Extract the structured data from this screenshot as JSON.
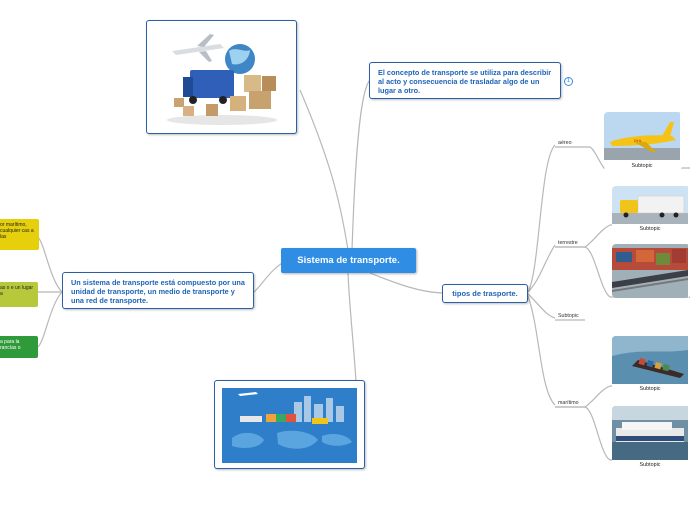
{
  "central": {
    "label": "Sistema de transporte."
  },
  "topic_concept": {
    "text": "El concepto de transporte se utiliza para describir al acto y consecuencia de trasladar algo de un lugar a otro.",
    "badge": "1"
  },
  "topic_types": {
    "label": "tipos de trasporte."
  },
  "topic_system": {
    "text": "Un sistema de transporte está compuesto por una unidad de transporte, un medio de transporte y una red de transporte."
  },
  "types": {
    "aereo": {
      "label": "aéreo",
      "caption": "Subtopic"
    },
    "terrestre": {
      "label": "terrestre",
      "captions": [
        "Subtopic"
      ]
    },
    "subtopic": {
      "label": "Subtopic"
    },
    "maritimo": {
      "label": "marítimo",
      "captions": [
        "Subtopic",
        "Subtopic"
      ]
    }
  },
  "left_boxes": {
    "yellow": "or marítimo, cualquier cas a las",
    "olive": "as o e un lugar a",
    "green": "a para la rancías o"
  },
  "colors": {
    "central_bg": "#2f8de4",
    "node_border": "#2a5fa8",
    "node_text": "#1d64b8",
    "branch_line": "#b8b8b8",
    "yellow": "#e6cf0b",
    "olive": "#b7c93b",
    "green": "#2f9a3a"
  },
  "icons": [
    "logistics-image",
    "cargo-plane-image",
    "truck-image",
    "container-train-image",
    "container-ship-image",
    "ferry-image",
    "world-logistics-image"
  ]
}
